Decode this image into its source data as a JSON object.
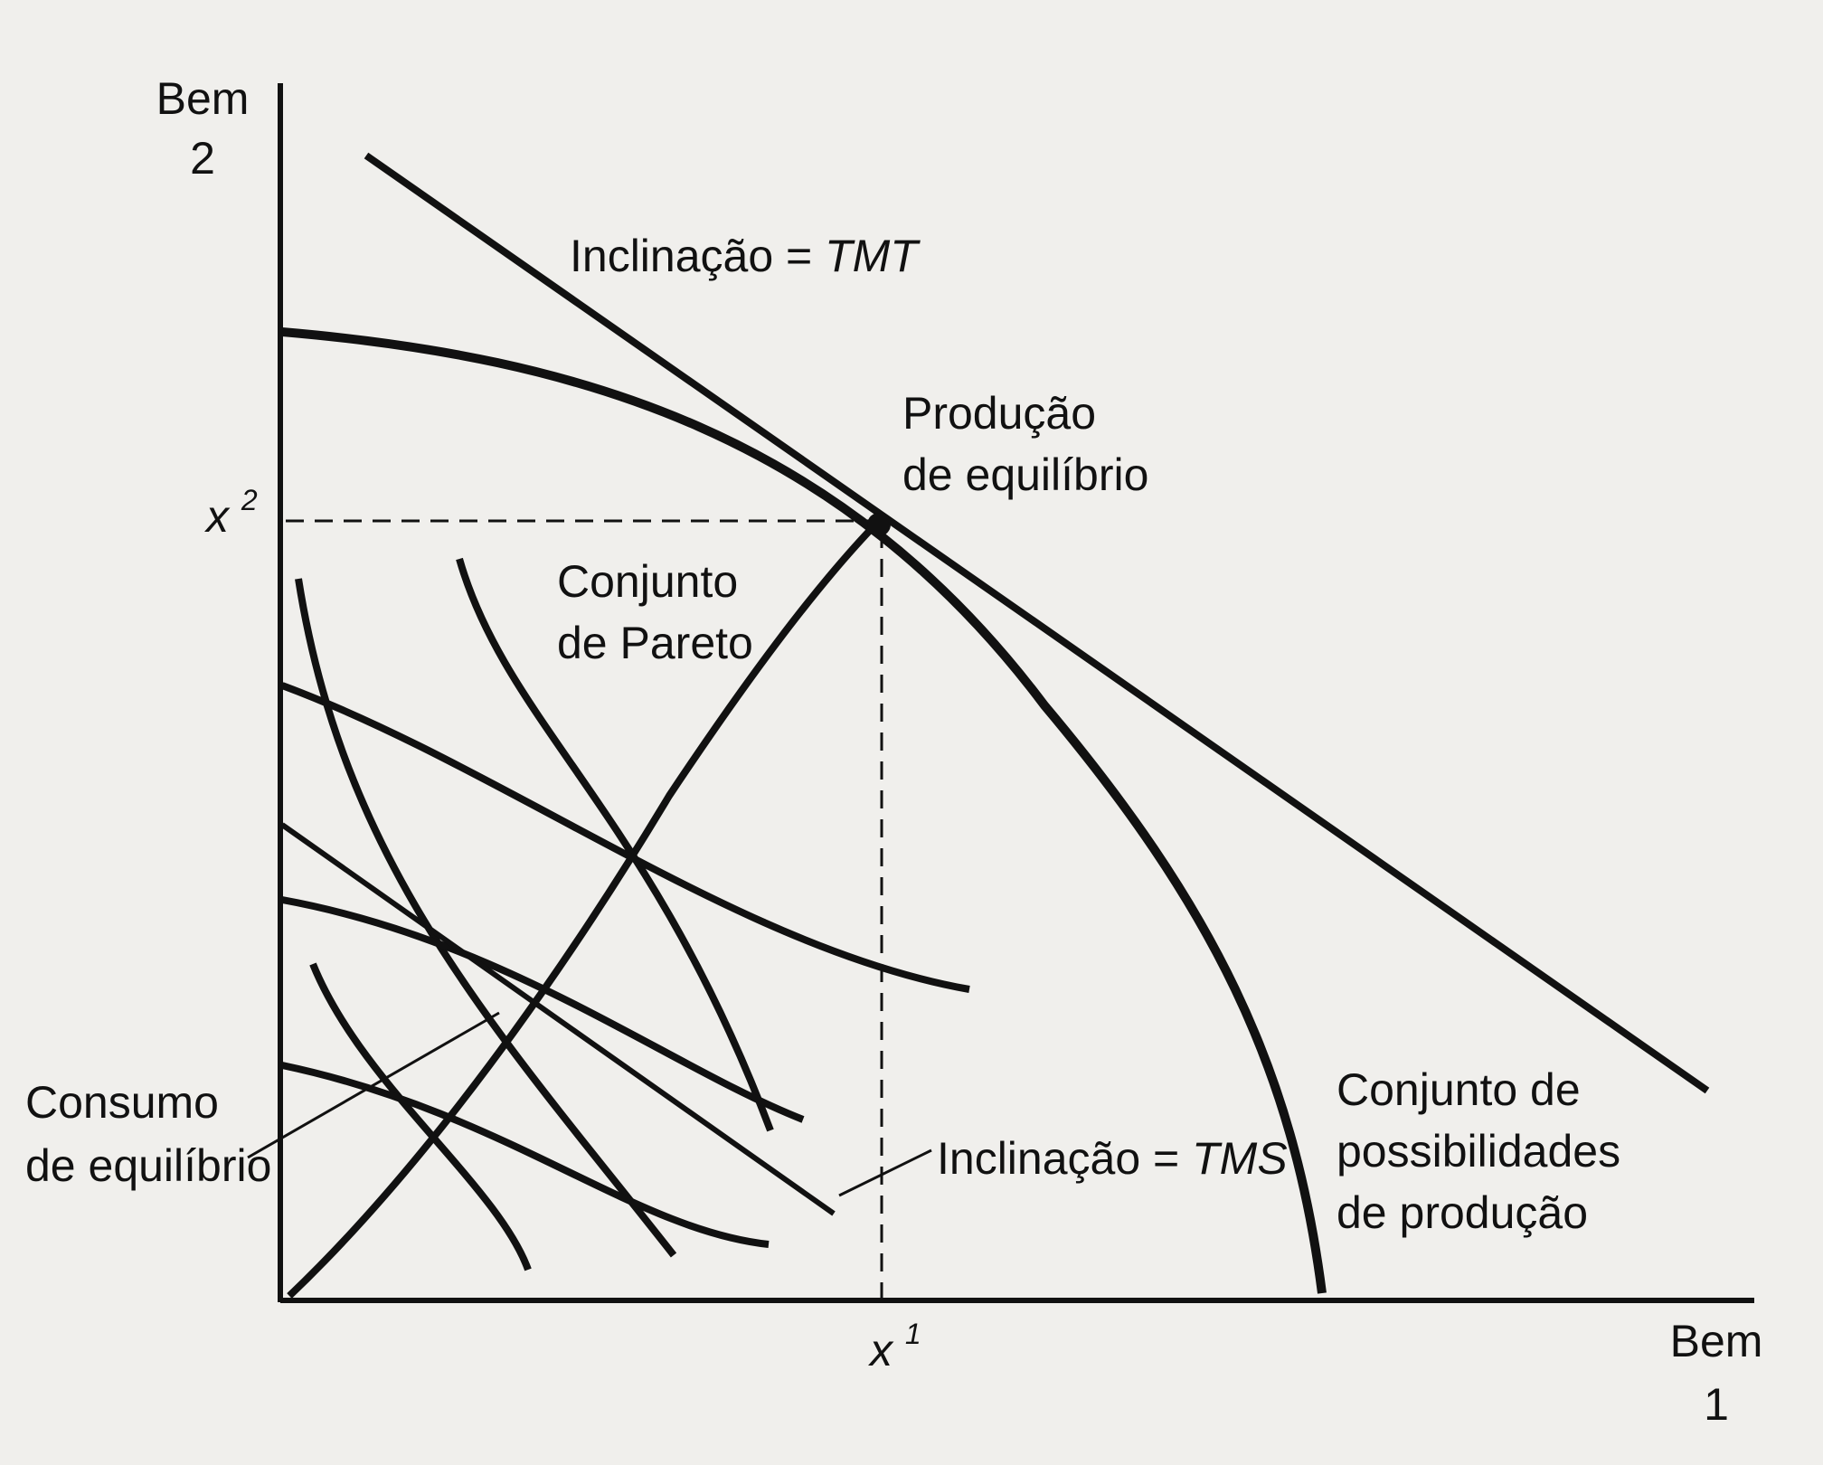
{
  "axes": {
    "y_label_line1": "Bem",
    "y_label_line2": "2",
    "x_label_line1": "Bem",
    "x_label_line2": "1",
    "x_marker_base": "x",
    "x_marker_sup": "1",
    "y_marker_base": "x",
    "y_marker_sup": "2"
  },
  "labels": {
    "tmt_prefix": "Inclinação = ",
    "tmt_symbol": "TMT",
    "tms_prefix": "Inclinação = ",
    "tms_symbol": "TMS",
    "production_eq_line1": "Produção",
    "production_eq_line2": "de equilíbrio",
    "pareto_line1": "Conjunto",
    "pareto_line2": "de Pareto",
    "consumption_eq_line1": "Consumo",
    "consumption_eq_line2": "de equilíbrio",
    "ppf_line1": "Conjunto de",
    "ppf_line2": "possibilidades",
    "ppf_line3": "de produção"
  },
  "colors": {
    "ink": "#111111",
    "paper": "#f0efec"
  }
}
